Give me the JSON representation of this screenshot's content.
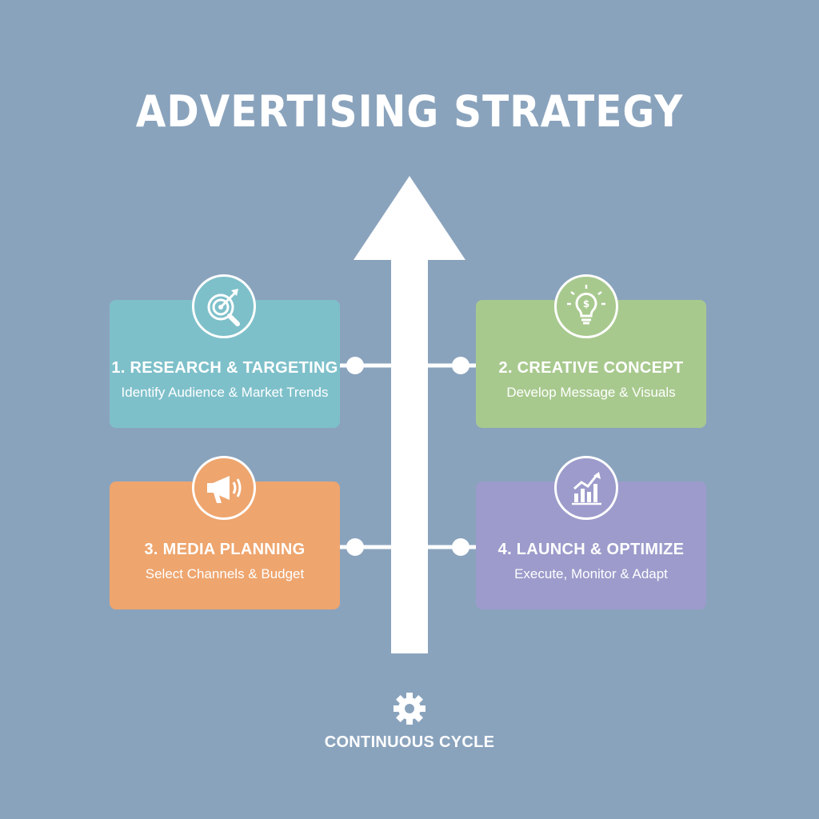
{
  "title": "ADVERTISING STRATEGY",
  "colors": {
    "background": "#8aa3bd",
    "research": "#7ec0ca",
    "creative": "#a8c98e",
    "media": "#eea56e",
    "launch": "#9c9bcb",
    "arrow": "#ffffff"
  },
  "steps": [
    {
      "label": "1. RESEARCH & TARGETING",
      "description": "Identify Audience & Market Trends",
      "icon": "target-magnifier-icon"
    },
    {
      "label": "2. CREATIVE CONCEPT",
      "description": "Develop Message & Visuals",
      "icon": "lightbulb-dollar-icon"
    },
    {
      "label": "3. MEDIA PLANNING",
      "description": "Select Channels & Budget",
      "icon": "megaphone-icon"
    },
    {
      "label": "4. LAUNCH & OPTIMIZE",
      "description": "Execute, Monitor & Adapt",
      "icon": "growth-chart-icon"
    }
  ],
  "footer": {
    "label": "CONTINUOUS CYCLE",
    "icon": "gear-icon"
  }
}
